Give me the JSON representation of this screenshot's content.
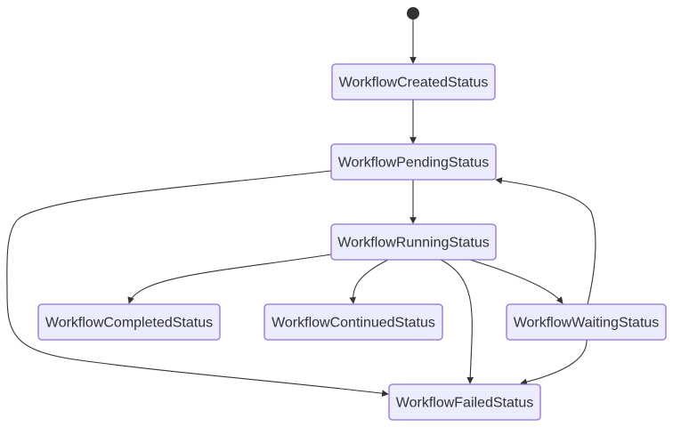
{
  "diagram": {
    "type": "state-diagram",
    "states": {
      "created": "WorkflowCreatedStatus",
      "pending": "WorkflowPendingStatus",
      "running": "WorkflowRunningStatus",
      "completed": "WorkflowCompletedStatus",
      "continued": "WorkflowContinuedStatus",
      "waiting": "WorkflowWaitingStatus",
      "failed": "WorkflowFailedStatus"
    },
    "transitions": [
      {
        "from": "start",
        "to": "created"
      },
      {
        "from": "created",
        "to": "pending"
      },
      {
        "from": "pending",
        "to": "running"
      },
      {
        "from": "pending",
        "to": "failed"
      },
      {
        "from": "running",
        "to": "completed"
      },
      {
        "from": "running",
        "to": "continued"
      },
      {
        "from": "running",
        "to": "failed"
      },
      {
        "from": "running",
        "to": "waiting"
      },
      {
        "from": "waiting",
        "to": "pending"
      },
      {
        "from": "waiting",
        "to": "failed"
      }
    ]
  }
}
